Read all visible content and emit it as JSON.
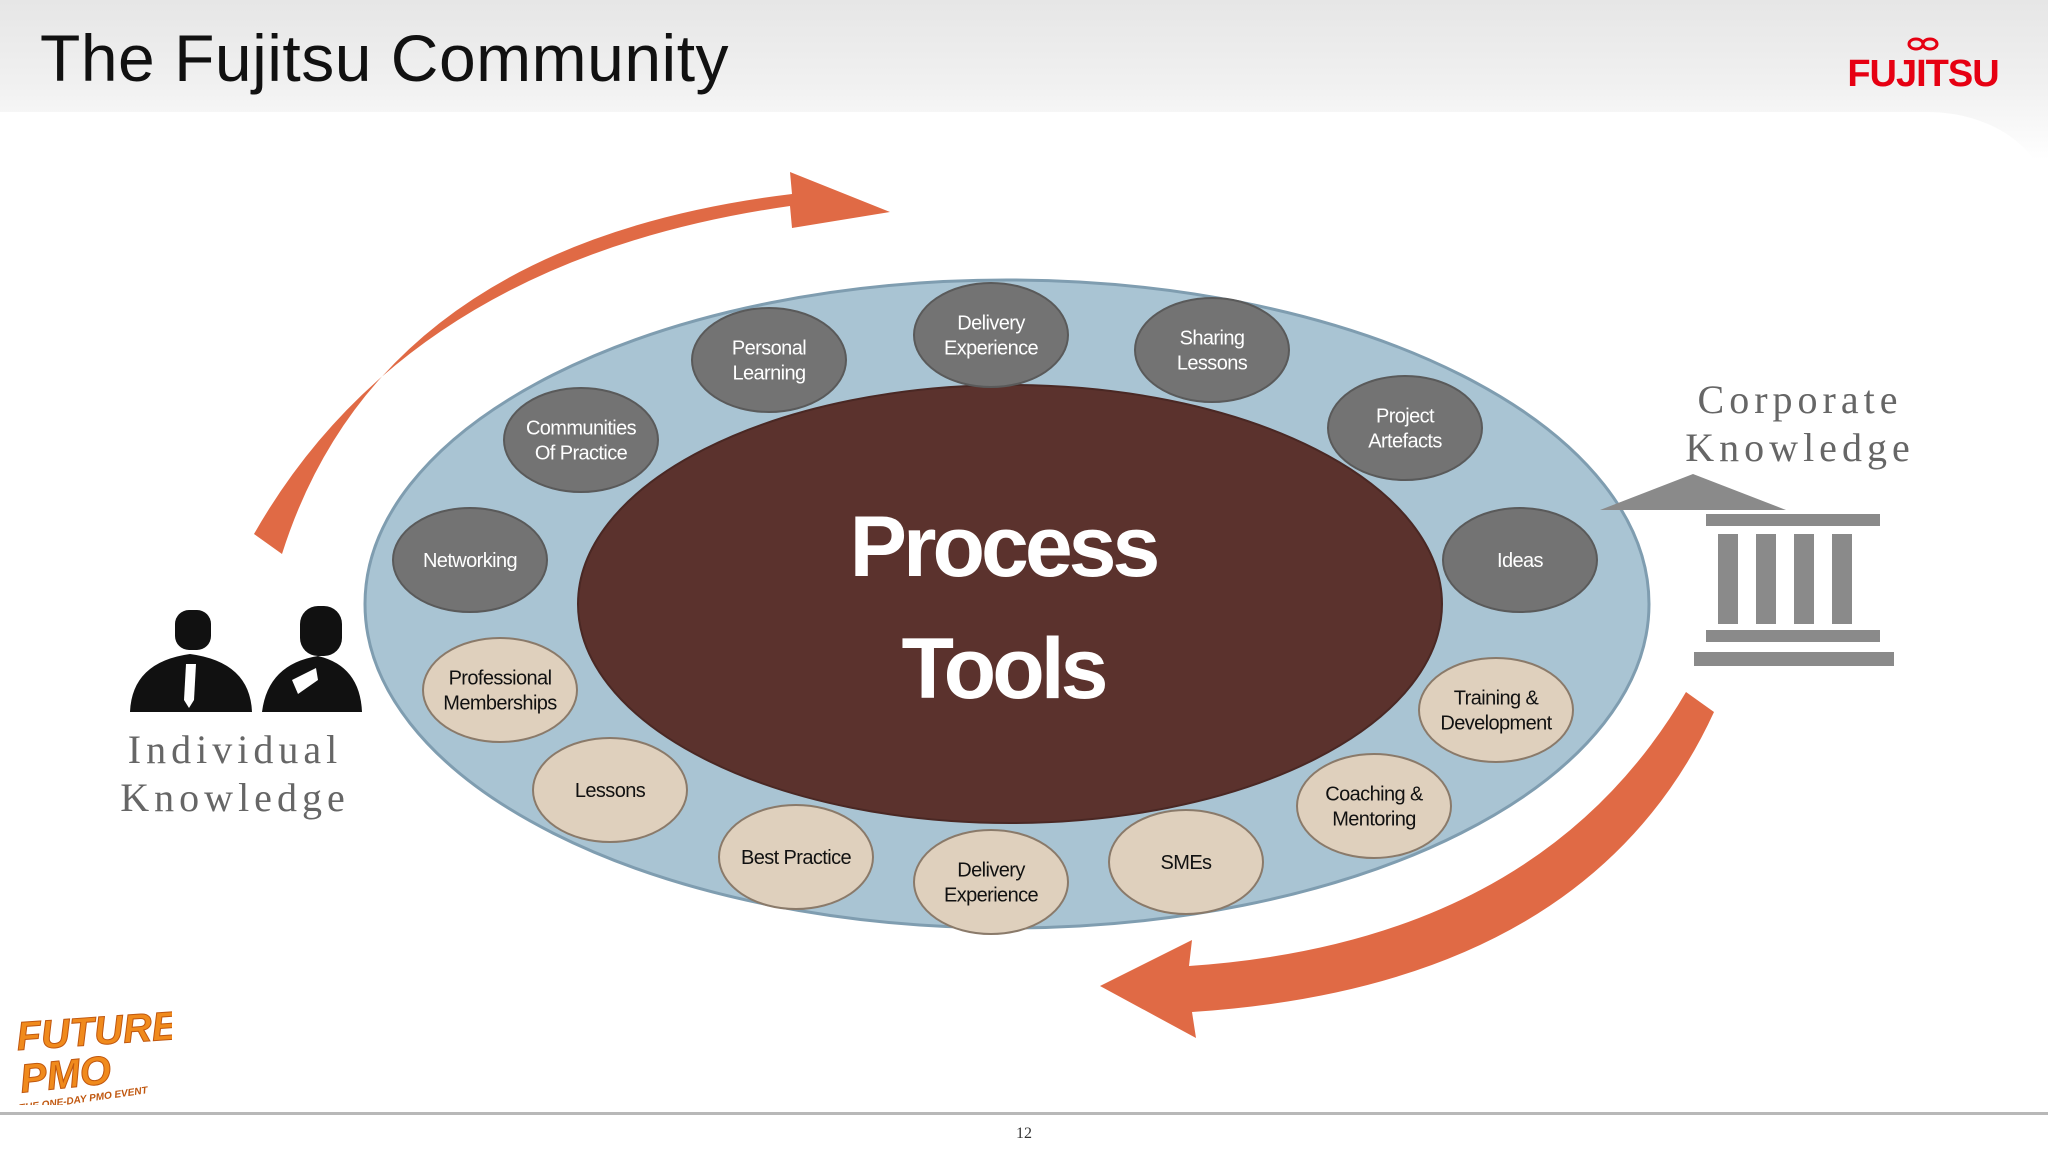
{
  "slide": {
    "title": "The Fujitsu Community",
    "page_number": "12"
  },
  "brand": {
    "company_logo_text": "FUJITSU",
    "event_logo_line1": "FUTURE",
    "event_logo_line2": "PMO",
    "event_logo_tagline": "THE ONE-DAY PMO EVENT"
  },
  "colors": {
    "outer_ring": "#a9c4d3",
    "center": "#5b322d",
    "dark_bubble": "#737373",
    "light_bubble": "#dfd0bd",
    "arrow": "#e06a45",
    "brand_red": "#e60012",
    "icon_grey": "#8a8a8a"
  },
  "diagram": {
    "center_line1": "Process",
    "center_line2": "Tools",
    "bubbles": [
      {
        "lines": [
          "Delivery",
          "Experience"
        ],
        "tone": "dark"
      },
      {
        "lines": [
          "Personal",
          "Learning"
        ],
        "tone": "dark"
      },
      {
        "lines": [
          "Sharing",
          "Lessons"
        ],
        "tone": "dark"
      },
      {
        "lines": [
          "Communities",
          "Of Practice"
        ],
        "tone": "dark"
      },
      {
        "lines": [
          "Project",
          "Artefacts"
        ],
        "tone": "dark"
      },
      {
        "lines": [
          "Networking"
        ],
        "tone": "dark"
      },
      {
        "lines": [
          "Ideas"
        ],
        "tone": "dark"
      },
      {
        "lines": [
          "Professional",
          "Memberships"
        ],
        "tone": "light"
      },
      {
        "lines": [
          "Training &",
          "Development"
        ],
        "tone": "light"
      },
      {
        "lines": [
          "Lessons"
        ],
        "tone": "light"
      },
      {
        "lines": [
          "Coaching &",
          "Mentoring"
        ],
        "tone": "light"
      },
      {
        "lines": [
          "Best Practice"
        ],
        "tone": "light"
      },
      {
        "lines": [
          "SMEs"
        ],
        "tone": "light"
      },
      {
        "lines": [
          "Delivery",
          "Experience"
        ],
        "tone": "light"
      }
    ]
  },
  "corporate": {
    "line1": "Corporate",
    "line2": "Knowledge",
    "icon": "building-columns-icon"
  },
  "individual": {
    "line1": "Individual",
    "line2": "Knowledge",
    "icon": "people-silhouette-icon"
  }
}
